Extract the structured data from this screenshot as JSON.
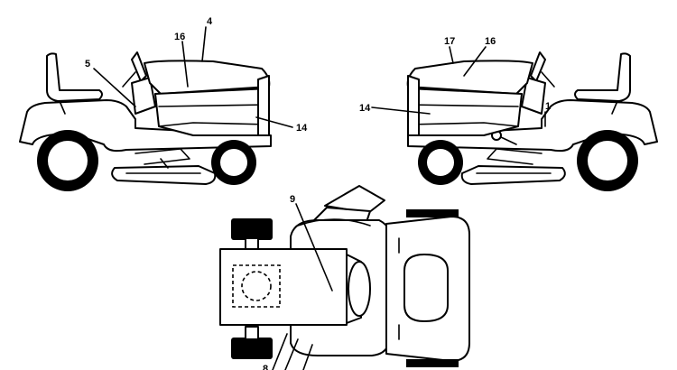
{
  "diagram": {
    "views": [
      "left-side",
      "right-side",
      "top"
    ],
    "colors": {
      "line": "#000000",
      "background": "#ffffff"
    },
    "callouts": {
      "left": {
        "c4": "4",
        "c16": "16",
        "c5": "5",
        "c14": "14"
      },
      "right": {
        "c17": "17",
        "c16": "16",
        "c14": "14",
        "c1": "1"
      },
      "top": {
        "c9": "9",
        "c8": "8"
      }
    }
  }
}
